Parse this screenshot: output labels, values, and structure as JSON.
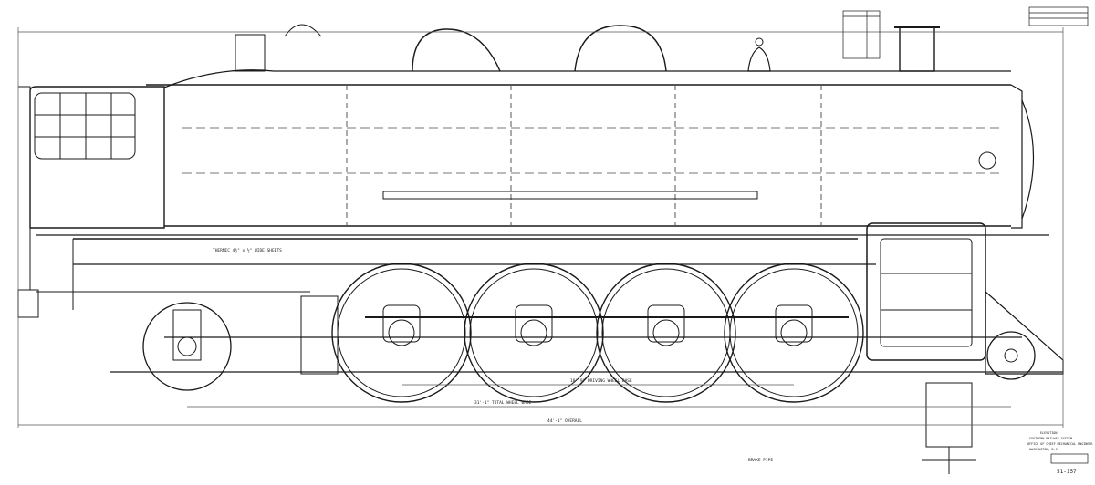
{
  "drawing": {
    "title_block": {
      "lines": [
        "ELEVATION",
        "SOUTHERN RAILWAY SYSTEM",
        "OFFICE OF CHIEF MECHANICAL ENGINEER",
        "WASHINGTON, D.C."
      ],
      "drawing_number": "51-157"
    },
    "labels": {
      "driving_wheel_base": "18'-9\" DRIVING WHEEL BASE",
      "total_wheel_base": "31'-1\" TOTAL WHEEL BASE",
      "overall": "44'-1\" OVERALL",
      "flues": "THERMIC 4½\" x ½\" WIDE SHEETS",
      "front_end": "BRAKE PIPE"
    },
    "colors": {
      "paper": "#ffffff",
      "ink": "#1a1a1a",
      "dim_line": "#555555"
    }
  }
}
